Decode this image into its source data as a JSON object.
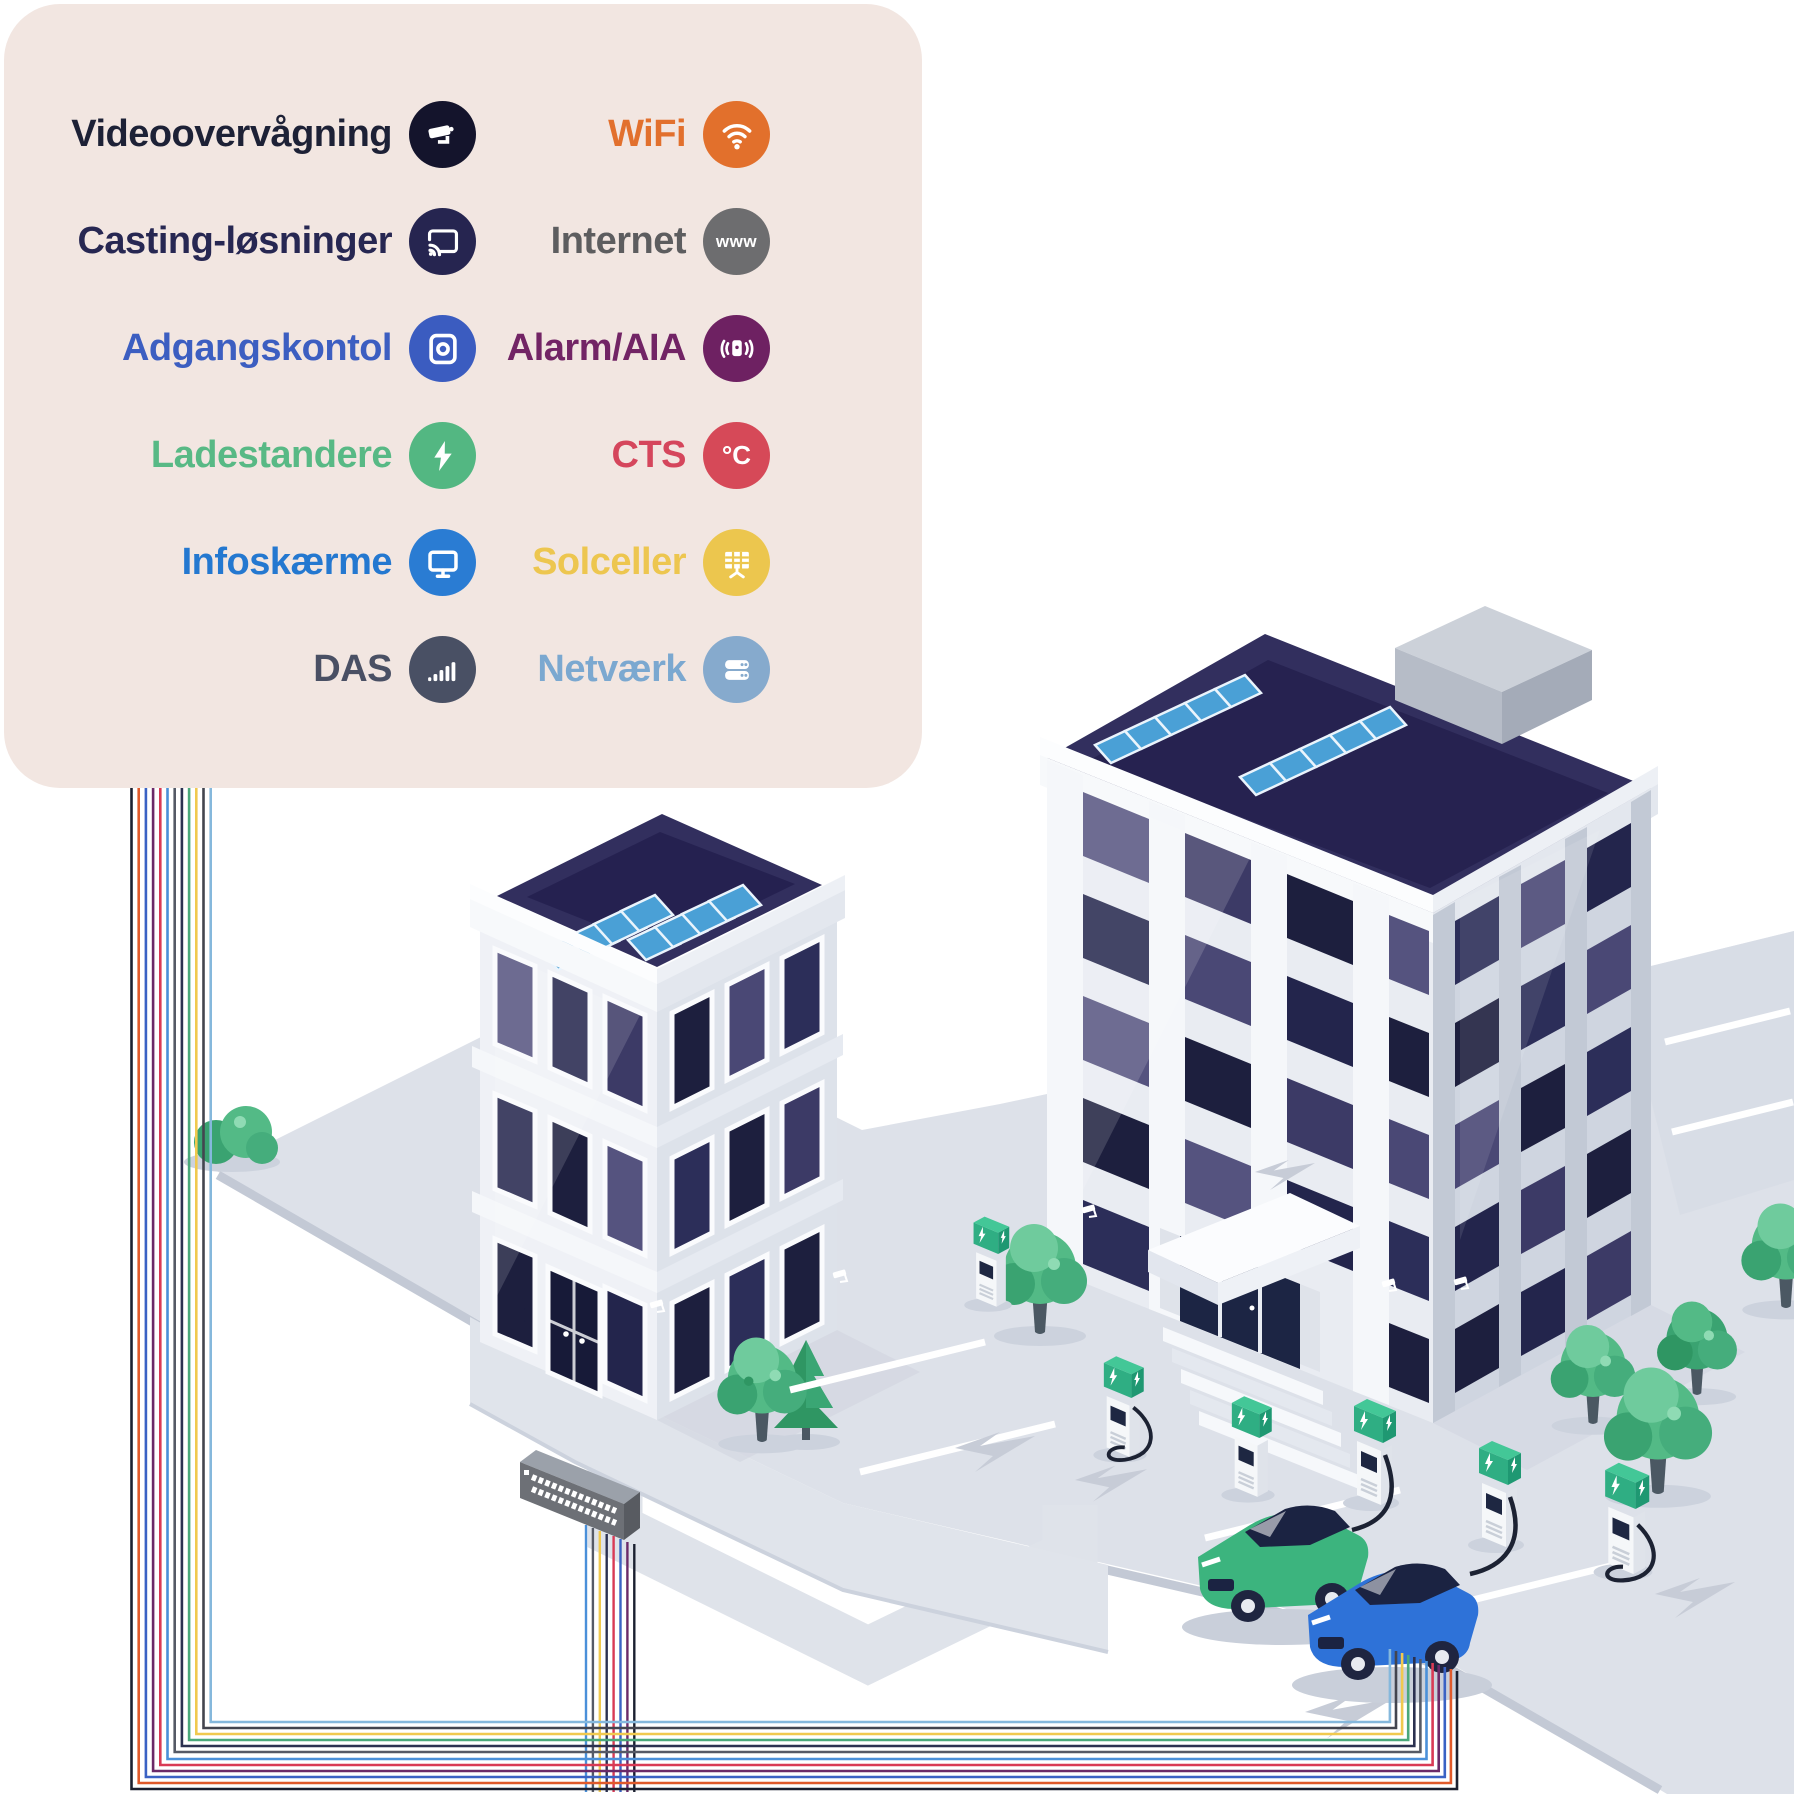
{
  "legend": {
    "items_left": [
      {
        "label": "Videoovervågning",
        "color": "#1d2136",
        "icon": "cctv-icon",
        "icon_bg": "#14142c"
      },
      {
        "label": "Casting-løsninger",
        "color": "#272752",
        "icon": "cast-icon",
        "icon_bg": "#262550"
      },
      {
        "label": "Adgangskontol",
        "color": "#3c5ec1",
        "icon": "access-control-icon",
        "icon_bg": "#3b5cc0"
      },
      {
        "label": "Ladestandere",
        "color": "#58b985",
        "icon": "ev-charger-icon",
        "icon_bg": "#53b782"
      },
      {
        "label": "Infoskærme",
        "color": "#2478d0",
        "icon": "info-screen-icon",
        "icon_bg": "#2a7cd3"
      },
      {
        "label": "DAS",
        "color": "#4a5064",
        "icon": "das-signal-icon",
        "icon_bg": "#495064"
      }
    ],
    "items_right": [
      {
        "label": "WiFi",
        "color": "#e2702d",
        "icon": "wifi-icon",
        "icon_bg": "#e2702c"
      },
      {
        "label": "Internet",
        "color": "#5d5d5f",
        "icon": "www-icon",
        "icon_bg": "#6d6d6f",
        "icon_text": "www"
      },
      {
        "label": "Alarm/AIA",
        "color": "#722465",
        "icon": "alarm-icon",
        "icon_bg": "#6e2162"
      },
      {
        "label": "CTS",
        "color": "#d5465c",
        "icon": "temperature-icon",
        "icon_bg": "#d64958",
        "icon_text": "°C"
      },
      {
        "label": "Solceller",
        "color": "#edc64f",
        "icon": "solar-panel-icon",
        "icon_bg": "#ecc64e"
      },
      {
        "label": "Netværk",
        "color": "#7ba8d0",
        "icon": "network-icon",
        "icon_bg": "#86aacd"
      }
    ]
  },
  "cables": [
    {
      "service": "videoovervaagning",
      "hex": "#1b2030"
    },
    {
      "service": "wifi",
      "hex": "#e05a2b"
    },
    {
      "service": "adgangskontrol",
      "hex": "#3a62c4"
    },
    {
      "service": "alarm-aia",
      "hex": "#6b2a68"
    },
    {
      "service": "cts",
      "hex": "#d93a55"
    },
    {
      "service": "infoskaerme",
      "hex": "#4a90d9"
    },
    {
      "service": "internet",
      "hex": "#555a66"
    },
    {
      "service": "casting",
      "hex": "#2b3150"
    },
    {
      "service": "ladestandere",
      "hex": "#4aa87a"
    },
    {
      "service": "solceller",
      "hex": "#f0c94f"
    },
    {
      "service": "das",
      "hex": "#43454f"
    },
    {
      "service": "netvaerk",
      "hex": "#85b8dc"
    }
  ],
  "switch_cables": [
    {
      "hex": "#4a90d9"
    },
    {
      "hex": "#555a66"
    },
    {
      "hex": "#f0c94f"
    },
    {
      "hex": "#2b3150"
    },
    {
      "hex": "#d93a55"
    },
    {
      "hex": "#3a62c4"
    },
    {
      "hex": "#6b2a68"
    },
    {
      "hex": "#1b2030"
    }
  ],
  "scene": {
    "description": "Isometric illustration of two office buildings with rooftop solar panels, a basement network switch, EV charging stations, a green and a blue electric car, trees and colored service cables running from the legend to the buildings",
    "buildings": [
      {
        "name": "small-office",
        "floors": 3,
        "solar_panels": 8,
        "roof_color": "#322f5e"
      },
      {
        "name": "large-office",
        "floors": 5,
        "solar_panels": 10,
        "roof_color": "#322f5e"
      }
    ],
    "ev_chargers": 6,
    "cars": [
      {
        "color_name": "green",
        "hex": "#3cb47e"
      },
      {
        "color_name": "blue",
        "hex": "#2e72d8"
      }
    ],
    "ground_color": "#dde1e9",
    "panel_background": "#f2e6e1"
  }
}
